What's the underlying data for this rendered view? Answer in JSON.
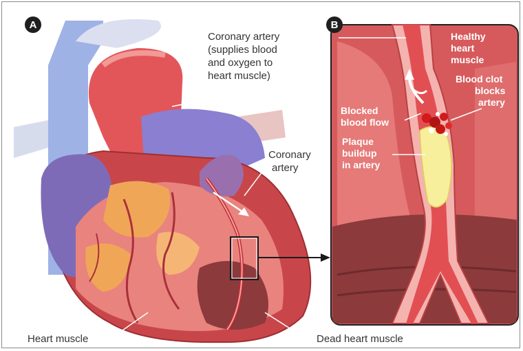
{
  "panel_a": {
    "badge": "A",
    "coronary_artery_main": [
      "Coronary artery",
      "(supplies blood",
      "and oxygen to",
      "heart muscle)"
    ],
    "coronary_artery_branch": [
      "Coronary",
      "artery"
    ],
    "heart_muscle": "Heart muscle",
    "dead_heart_muscle": "Dead heart muscle"
  },
  "panel_b": {
    "badge": "B",
    "healthy_heart_muscle": [
      "Healthy",
      "heart",
      "muscle"
    ],
    "blood_clot": [
      "Blood clot",
      "blocks",
      "artery"
    ],
    "blocked_blood_flow": [
      "Blocked",
      "blood flow"
    ],
    "plaque_buildup": [
      "Plaque",
      "buildup",
      "in artery"
    ]
  },
  "colors": {
    "muscle_red": "#c8464a",
    "muscle_light": "#e9837e",
    "vein_blue": "#7f8fd6",
    "fat_orange": "#f0a657",
    "artery_pink": "#f29a96",
    "plaque_yellow": "#f7ef9c",
    "clot_red": "#d21a1a",
    "dead_tissue": "#8c3a3c",
    "badge": "#1f1f1f"
  }
}
